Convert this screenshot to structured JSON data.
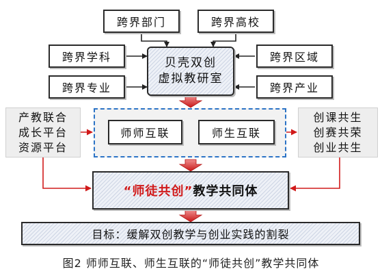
{
  "boxes": {
    "cross_department": "跨界部门",
    "cross_university": "跨界高校",
    "cross_discipline": "跨界学科",
    "cross_region": "跨界区域",
    "cross_major": "跨界专业",
    "cross_industry": "跨界产业",
    "lab_line1": "贝壳双创",
    "lab_line2": "虚拟教研室",
    "left_platform": [
      "产教联合",
      "成长平台",
      "资源平台"
    ],
    "teacher_teacher": "师师互联",
    "teacher_student": "师生互联",
    "right_outcomes": [
      "创课共生",
      "创赛共荣",
      "创业共生"
    ],
    "community_highlight": "“师徒共创”",
    "community_rest": "教学共同体",
    "goal": "目标：缓解双创教学与创业实践的割裂"
  },
  "caption": "图2 师师互联、师生互联的“师徒共创”教学共同体",
  "colors": {
    "arrow_red": "#d11a1a",
    "dashed_blue": "#2b73c6",
    "border": "#2a2a2a"
  }
}
